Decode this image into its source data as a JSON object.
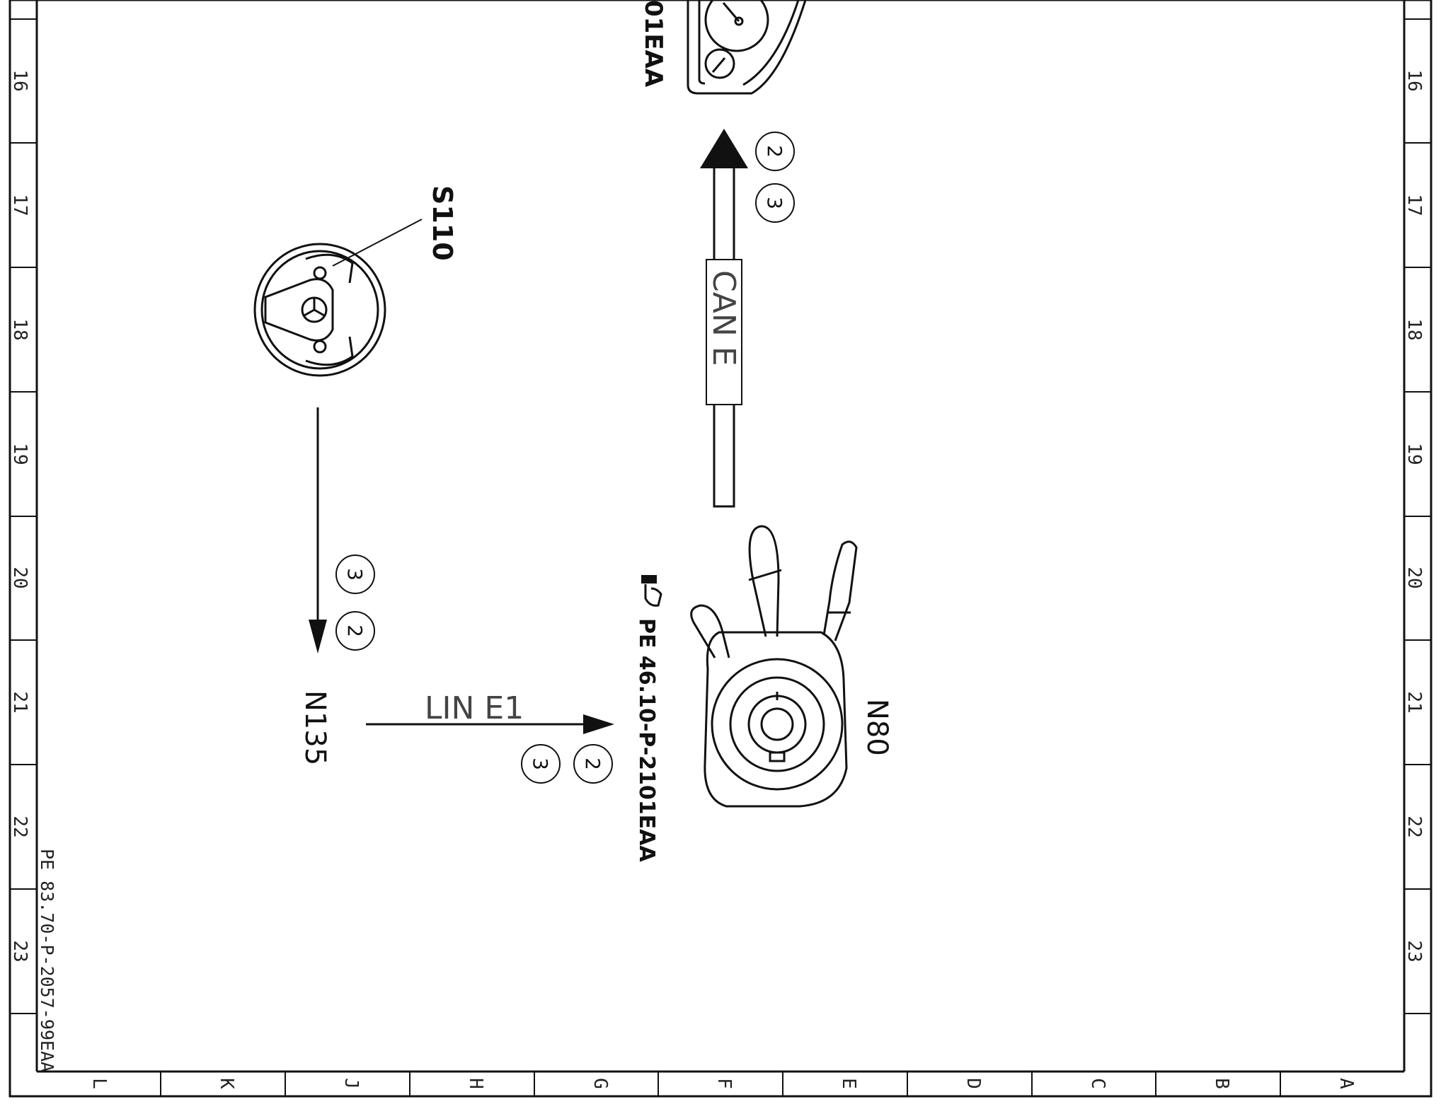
{
  "drawing_ref": "PE 83.70-P-2057-99EAA",
  "sheet": {
    "row_numbers": [
      "16",
      "17",
      "18",
      "19",
      "20",
      "21",
      "22",
      "23"
    ],
    "column_letters": [
      "L",
      "K",
      "J",
      "H",
      "G",
      "F",
      "E",
      "D",
      "C",
      "B",
      "A"
    ]
  },
  "components": {
    "top_partial_ref": "01EAA",
    "steering_wheel": {
      "label": "S110"
    },
    "module": {
      "label": "N135"
    },
    "steering_column_module": {
      "label": "N80",
      "ref": "PE 46.10-P-2101EAA"
    }
  },
  "connections": {
    "can_bus": {
      "label": "CAN E",
      "badges": [
        "2",
        "3"
      ]
    },
    "wheel_to_module": {
      "badges": [
        "3",
        "2"
      ]
    },
    "lin_bus": {
      "label": "LIN E1",
      "badges": [
        "2",
        "3"
      ]
    }
  }
}
